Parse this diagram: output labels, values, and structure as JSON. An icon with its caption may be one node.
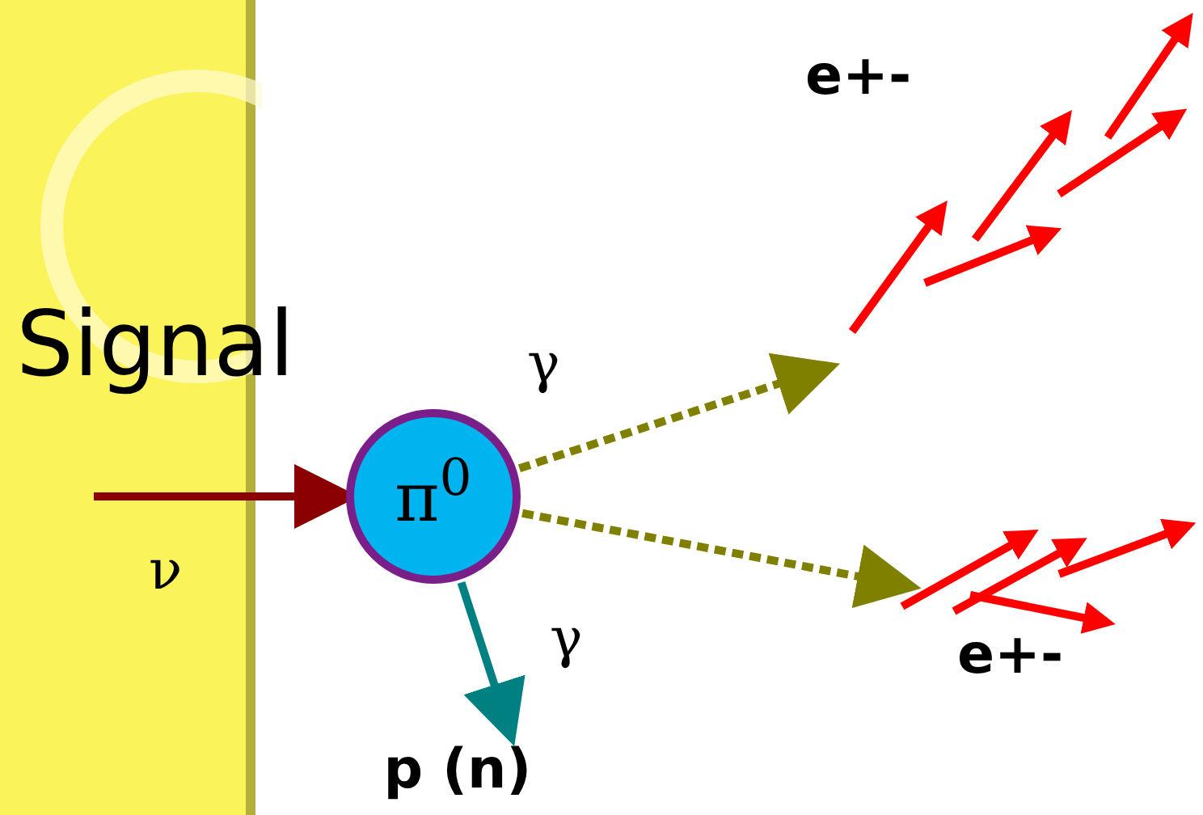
{
  "diagram": {
    "nodes": [
      {
        "text": [
          "π$^{0}$"
        ]
      },
      {
        "text": [
          "p (n)"
        ]
      }
    ],
    "edges": [
      {
        "from": null,
        "to": 0,
        "arrow": "to",
        "label": "ν",
        "color": "#8b0000"
      },
      {
        "from": 0,
        "to": null,
        "arrow": "to",
        "label": "γ",
        "style": "dashed",
        "color": "#808000"
      },
      {
        "from": 0,
        "to": null,
        "arrow": "to",
        "label": "γ",
        "style": "dashed",
        "color": "#808000"
      },
      {
        "from": 0,
        "to": 1,
        "arrow": "to",
        "color": "#008080"
      }
    ],
    "labels": [
      "Signal",
      "e+-",
      "e+-"
    ]
  }
}
